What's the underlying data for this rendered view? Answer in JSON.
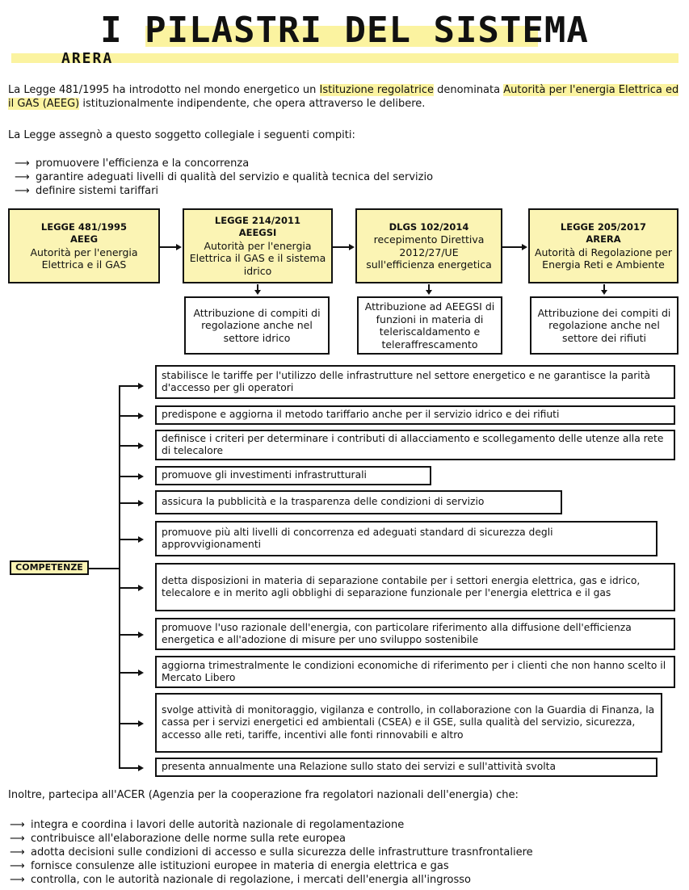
{
  "title": "I PILASTRI DEL SISTEMA",
  "section": "ARERA",
  "intro": {
    "p1a": "La Legge 481/1995 ha introdotto nel mondo energetico un ",
    "p1b": "Istituzione regolatrice",
    "p1c": " denominata ",
    "p1d": "Autorità per l'energia Elettrica ed il GAS (AEEG)",
    "p1e": " istituzionalmente indipendente, che opera attraverso le delibere.",
    "p2": "La Legge assegnò a questo soggetto collegiale i seguenti compiti:"
  },
  "tasks": [
    "promuovere l'efficienza e la concorrenza",
    "garantire adeguati livelli di qualità del servizio e qualità tecnica del servizio",
    "definire sistemi tariffari"
  ],
  "timeline": [
    {
      "head": "LEGGE 481/1995",
      "sub": "AEEG",
      "body": "Autorità per l'energia Elettrica e il GAS",
      "note": ""
    },
    {
      "head": "LEGGE 214/2011",
      "sub": "AEEGSI",
      "body": "Autorità per l'energia Elettrica il GAS e il sistema idrico",
      "note": "Attribuzione di compiti di regolazione anche nel settore idrico"
    },
    {
      "head": "DLGS 102/2014",
      "sub": "recepimento Direttiva 2012/27/UE",
      "body": "sull'efficienza energetica",
      "note": "Attribuzione ad AEEGSI di funzioni in materia di teleriscaldamento e teleraffrescamento"
    },
    {
      "head": "LEGGE 205/2017",
      "sub": "ARERA",
      "body": "Autorità di Regolazione per Energia Reti e Ambiente",
      "note": "Attribuzione dei compiti di regolazione anche nel settore dei rifiuti"
    }
  ],
  "competenze_label": "COMPETENZE",
  "competenze": [
    "stabilisce le tariffe per l'utilizzo delle infrastrutture nel settore energetico e ne garantisce la parità d'accesso per gli operatori",
    "predispone e aggiorna il metodo tariffario anche per il servizio idrico e dei rifiuti",
    "definisce i criteri per determinare i contributi di allacciamento e scollegamento delle utenze alla rete di telecalore",
    "promuove gli investimenti infrastrutturali",
    "assicura la pubblicità e la trasparenza delle condizioni di servizio",
    "promuove più alti livelli di concorrenza ed adeguati standard di sicurezza degli approvvigionamenti",
    "detta disposizioni in materia di separazione contabile per i settori energia elettrica, gas e idrico, telecalore e in merito agli obblighi di separazione funzionale per l'energia elettrica e il gas",
    "promuove l'uso razionale dell'energia, con particolare riferimento alla diffusione dell'efficienza energetica e all'adozione di misure per uno sviluppo sostenibile",
    "aggiorna trimestralmente le condizioni economiche di riferimento per i clienti che non hanno scelto il Mercato Libero",
    "svolge attività di monitoraggio, vigilanza e controllo, in collaborazione con la Guardia di Finanza, la cassa per i servizi energetici ed ambientali (CSEA) e il GSE, sulla qualità del servizio, sicurezza, accesso alle reti, tariffe, incentivi alle fonti rinnovabili e altro",
    "presenta annualmente una Relazione sullo stato dei servizi e sull'attività svolta"
  ],
  "acer_intro": "Inoltre, partecipa all'ACER (Agenzia per la cooperazione fra regolatori nazionali dell'energia) che:",
  "acer_items": [
    "integra e coordina i lavori delle autorità nazionale di regolamentazione",
    "contribuisce all'elaborazione delle norme sulla rete europea",
    "adotta decisioni sulle condizioni di accesso e sulla sicurezza delle infrastrutture trasnfrontaliere",
    "fornisce consulenze alle istituzioni europee in materia di energia elettrica e gas",
    "controlla, con le autorità nazionale di regolazione, i mercati dell'energia all'ingrosso"
  ],
  "arrow_glyph": "⟶",
  "colors": {
    "highlight": "#fbf3a0",
    "box_fill": "#fbf4b4"
  }
}
